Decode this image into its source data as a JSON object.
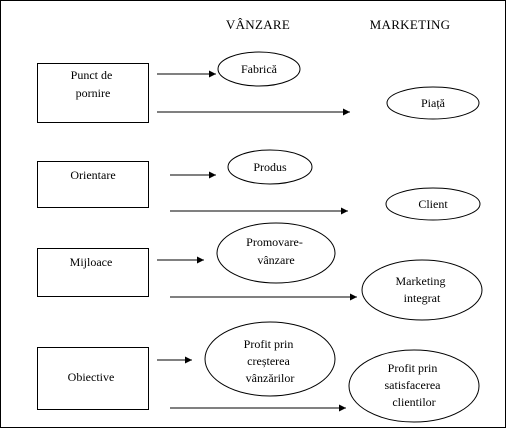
{
  "headers": {
    "sales": "VÂNZARE",
    "marketing": "MARKETING"
  },
  "rows": [
    {
      "stage": [
        "Punct de",
        "pornire"
      ],
      "sales": [
        "Fabrică"
      ],
      "marketing": [
        "Piață"
      ]
    },
    {
      "stage": [
        "Orientare"
      ],
      "sales": [
        "Produs"
      ],
      "marketing": [
        "Client"
      ]
    },
    {
      "stage": [
        "Mijloace"
      ],
      "sales": [
        "Promovare-",
        "vânzare"
      ],
      "marketing": [
        "Marketing",
        "integrat"
      ]
    },
    {
      "stage": [
        "Obiective"
      ],
      "sales": [
        "Profit prin",
        "creșterea",
        "vânzărilor"
      ],
      "marketing": [
        "Profit prin",
        "satisfacerea",
        "clientilor"
      ]
    }
  ]
}
